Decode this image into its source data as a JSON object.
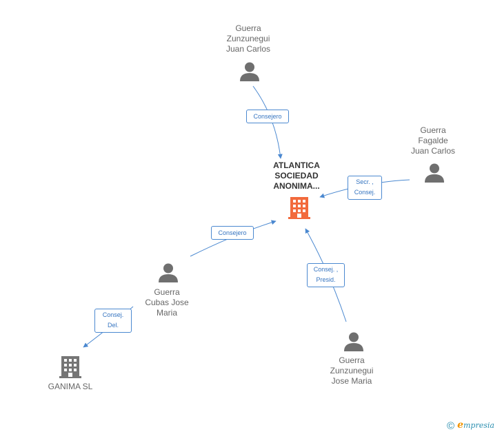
{
  "main_company": {
    "lines": [
      "ATLANTICA",
      "SOCIEDAD",
      "ANONIMA..."
    ],
    "icon": "building-icon",
    "color": "#f26a3c"
  },
  "company_ganima": {
    "label": "GANIMA SL",
    "icon": "building-icon",
    "color": "#757575"
  },
  "persons": {
    "top": {
      "lines": [
        "Guerra",
        "Zunzunegui",
        "Juan Carlos"
      ],
      "icon": "person-icon"
    },
    "right": {
      "lines": [
        "Guerra",
        "Fagalde",
        "Juan Carlos"
      ],
      "icon": "person-icon"
    },
    "left": {
      "lines": [
        "Guerra",
        "Cubas Jose",
        "Maria"
      ],
      "icon": "person-icon"
    },
    "bottom": {
      "lines": [
        "Guerra",
        "Zunzunegui",
        "Jose Maria"
      ],
      "icon": "person-icon"
    }
  },
  "relations": {
    "top": [
      "Consejero"
    ],
    "right": [
      "Secr. ,",
      "Consej."
    ],
    "left": [
      "Consejero"
    ],
    "bottom": [
      "Consej. ,",
      "Presid."
    ],
    "ganima": [
      "Consej.",
      "Del."
    ]
  },
  "footer": {
    "copyright": "©",
    "brand_e": "e",
    "brand_rest": "mpresia"
  },
  "colors": {
    "edge": "#4a88d0",
    "person": "#6f6f6f"
  }
}
